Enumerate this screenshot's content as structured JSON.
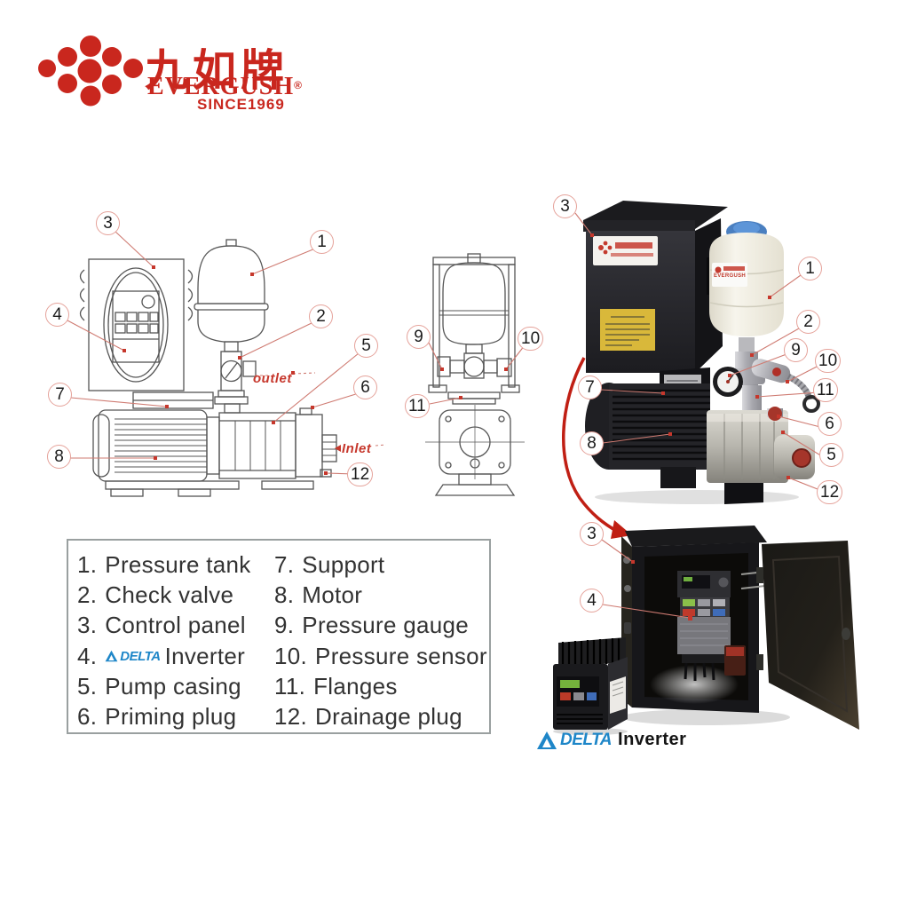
{
  "brand": {
    "chinese": "九如牌",
    "name": "EVERGUSH",
    "reg": "®",
    "since": "SINCE1969"
  },
  "callouts": {
    "n1": "1",
    "n2": "2",
    "n3": "3",
    "n4": "4",
    "n5": "5",
    "n6": "6",
    "n7": "7",
    "n8": "8",
    "n9": "9",
    "n10": "10",
    "n11": "11",
    "n12": "12"
  },
  "diagram_labels": {
    "outlet": "outlet",
    "inlet": "Inlet"
  },
  "legend": {
    "col1": [
      {
        "num": "1.",
        "label": "Pressure tank"
      },
      {
        "num": "2.",
        "label": "Check valve"
      },
      {
        "num": "3.",
        "label": "Control panel"
      },
      {
        "num": "4.",
        "label": "Inverter",
        "brand": "DELTA"
      },
      {
        "num": "5.",
        "label": "Pump casing"
      },
      {
        "num": "6.",
        "label": "Priming plug"
      }
    ],
    "col2": [
      {
        "num": "7.",
        "label": "Support"
      },
      {
        "num": "8.",
        "label": "Motor"
      },
      {
        "num": "9.",
        "label": "Pressure gauge"
      },
      {
        "num": "10.",
        "label": "Pressure sensor"
      },
      {
        "num": "11.",
        "label": "Flanges"
      },
      {
        "num": "12.",
        "label": "Drainage plug"
      }
    ]
  },
  "caption": {
    "brand": "DELTA",
    "label": "Inverter"
  },
  "colors": {
    "brand_red": "#c9271e",
    "delta_blue": "#1e86c8",
    "callout_ring": "#e5a29a",
    "leader_red": "#cf7b72",
    "tank_cap_blue": "#4a7fc0",
    "warning_yellow": "#d9b83a"
  }
}
